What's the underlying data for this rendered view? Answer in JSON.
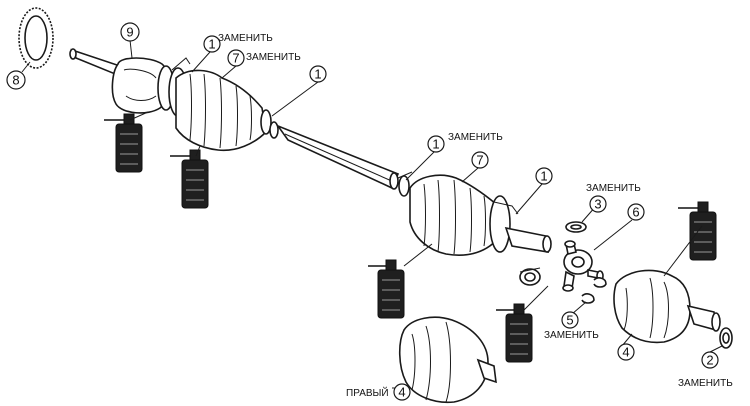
{
  "labels": {
    "replace_1": "ЗАМЕНИТЬ",
    "replace_2": "ЗАМЕНИТЬ",
    "replace_3": "ЗАМЕНИТЬ",
    "replace_4": "ЗАМЕНИТЬ",
    "replace_5": "ЗАМЕНИТЬ",
    "replace_6": "ЗАМЕНИТЬ",
    "right": "ПРАВЫЙ"
  },
  "callouts": {
    "c1a": "1",
    "c1b": "1",
    "c1c": "1",
    "c1d": "1",
    "c2": "2",
    "c3": "3",
    "c4a": "4",
    "c4b": "4",
    "c5": "5",
    "c6": "6",
    "c7a": "7",
    "c7b": "7",
    "c8": "8",
    "c9": "9"
  }
}
